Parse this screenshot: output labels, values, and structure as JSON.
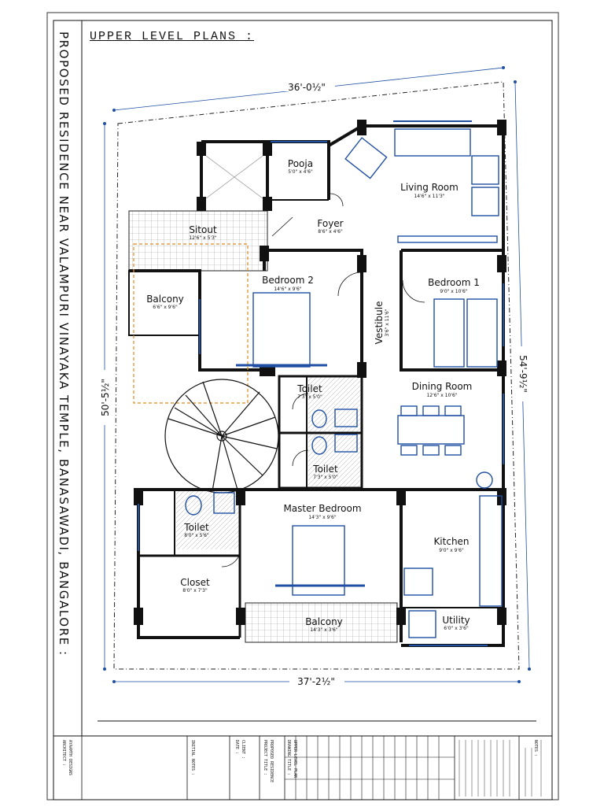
{
  "sheet": {
    "heading": "UPPER LEVEL PLANS :",
    "side_title": "PROPOSED RESIDENCE NEAR VALAMPURI VINAYAKA TEMPLE, BANASAWADI, BANGALORE :"
  },
  "dimensions": {
    "top": "36'-0½\"",
    "bottom": "37'-2½\"",
    "left": "50'-5½\"",
    "right": "54'-9½\""
  },
  "rooms": {
    "pooja": {
      "name": "Pooja",
      "size": "5'0\" x 4'6\""
    },
    "living": {
      "name": "Living Room",
      "size": "14'6\" x 11'3\""
    },
    "foyer": {
      "name": "Foyer",
      "size": "8'6\" x 4'6\""
    },
    "sitout": {
      "name": "Sitout",
      "size": "12'6\" x 5'3\""
    },
    "bedroom2": {
      "name": "Bedroom 2",
      "size": "14'6\" x 9'6\""
    },
    "bedroom1": {
      "name": "Bedroom 1",
      "size": "9'0\" x 10'6\""
    },
    "balcony_left": {
      "name": "Balcony",
      "size": "6'6\" x 9'6\""
    },
    "vestibule": {
      "name": "Vestibule",
      "size": "3'6\" x 11'6\""
    },
    "toilet1": {
      "name": "Toilet",
      "size": "7'3\" x 5'0\""
    },
    "dining": {
      "name": "Dining Room",
      "size": "12'6\" x 10'6\""
    },
    "toilet2": {
      "name": "Toilet",
      "size": "7'3\" x 5'0\""
    },
    "master": {
      "name": "Master Bedroom",
      "size": "14'3\" x 9'6\""
    },
    "toilet3": {
      "name": "Toilet",
      "size": "8'0\" x 5'6\""
    },
    "kitchen": {
      "name": "Kitchen",
      "size": "9'0\" x 9'6\""
    },
    "closet": {
      "name": "Closet",
      "size": "8'0\" x 7'3\""
    },
    "balcony_bottom": {
      "name": "Balcony",
      "size": "14'3\" x 3'6\""
    },
    "utility": {
      "name": "Utility",
      "size": "6'0\" x 3'6\""
    }
  },
  "title_block": {
    "architect": "ARCHITECT :",
    "architect_name": "AYAAMTH DESIGNS",
    "initial_notes": "INITIAL NOTES :",
    "date": "DATE :",
    "client": "CLIENT :",
    "project_title": "PROJECT TITLE :",
    "project_name": "PROPOSED RESIDENCE",
    "drawing_title": "DRAWING TITLE :",
    "drawing_name": "UPPER LEVEL PLAN",
    "notes": "NOTES :"
  },
  "colors": {
    "wall": "#111111",
    "furniture": "#1f4fa3",
    "balcony_outline": "#e08a1e",
    "tile": "#9a9a9a"
  }
}
